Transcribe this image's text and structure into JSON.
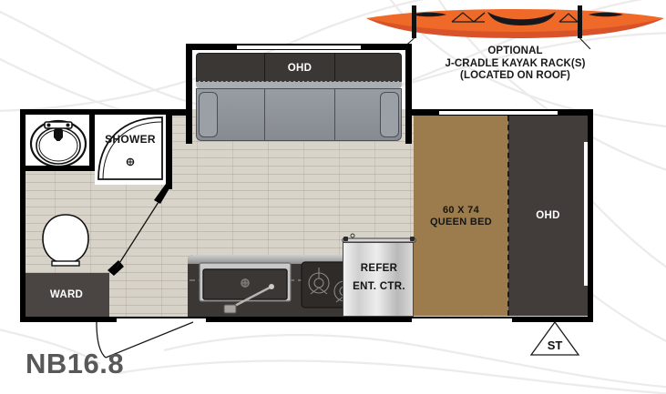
{
  "page": {
    "model_name": "NB16.8",
    "type": "rv-floorplan"
  },
  "colors": {
    "kayak_orange": "#ef6a28",
    "kayak_orange_dark": "#d9532a",
    "bed_tan": "#9c7c4c",
    "cabinet_dark": "#3b3734",
    "ohd_dark": "#423d3a",
    "wardrobe_dark": "#4a4542",
    "sofa_gray": "#8f949a",
    "floor_beige": "#d7d2c8",
    "wall_black": "#000000",
    "model_text_gray": "#58585a"
  },
  "kayak": {
    "icon": "kayak-icon",
    "caption_lines": [
      "OPTIONAL",
      "J-CRADLE KAYAK RACK(S)",
      "(LOCATED ON ROOF)"
    ],
    "line1": "OPTIONAL",
    "line2": "J-CRADLE KAYAK RACK(S)",
    "line3": "(LOCATED ON ROOF)"
  },
  "floorplan": {
    "bathroom": {
      "sink_label": "",
      "sink_icon": "sink-icon",
      "shower_label": "SHOWER",
      "toilet_icon": "toilet-icon",
      "wardrobe_label": "WARD"
    },
    "sofa": {
      "overhead_label": "OHD",
      "cushion_count": 3
    },
    "galley": {
      "sink_icon": "kitchen-sink-icon",
      "stove_icon": "stove-burner-icon",
      "refer_line1": "REFER",
      "refer_line2": "ENT. CTR."
    },
    "bedroom": {
      "bed_line1": "60 X 74",
      "bed_line2": "QUEEN BED",
      "overhead_label": "OHD"
    },
    "entry": {
      "step_label": "ST",
      "door_icon": "door-swing-icon"
    }
  }
}
